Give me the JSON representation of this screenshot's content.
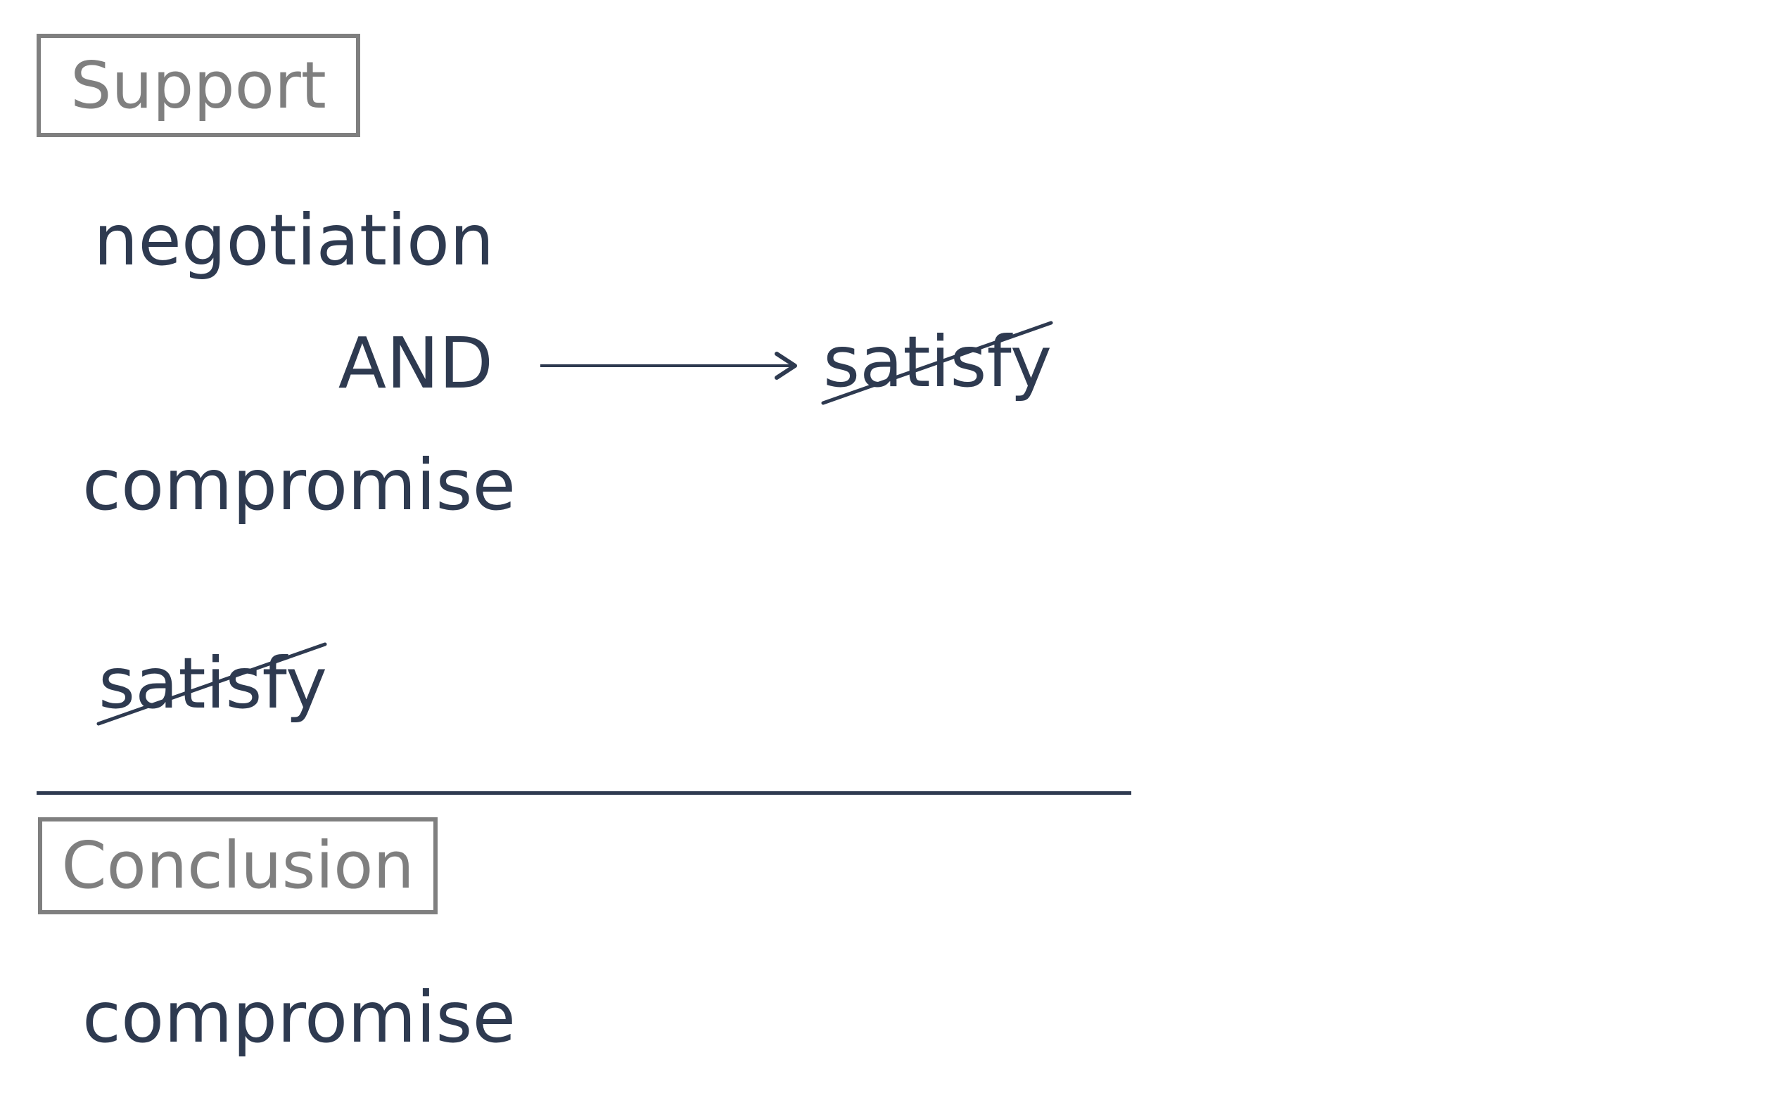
{
  "support": {
    "label": "Support",
    "terms": {
      "first": "negotiation",
      "connector": "AND",
      "second": "compromise"
    },
    "implies": "satisfy",
    "negated_premise": "satisfy"
  },
  "conclusion": {
    "label": "Conclusion",
    "term": "compromise"
  },
  "colors": {
    "text": "#2e3a50",
    "label": "#7f7f7f",
    "background": "#ffffff"
  },
  "icons": {
    "implication": "right-arrow-icon",
    "negation": "strikethrough-line"
  }
}
